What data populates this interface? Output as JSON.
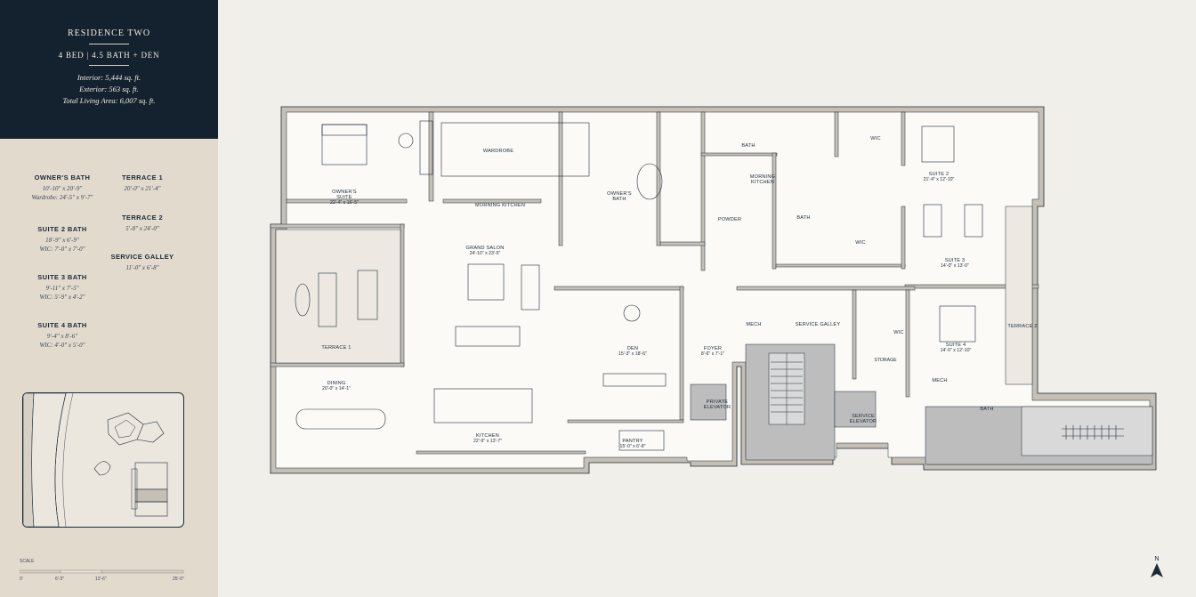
{
  "header": {
    "title": "RESIDENCE TWO",
    "subtitle": "4 BED | 4.5 BATH + DEN",
    "interior": "Interior: 5,444 sq. ft.",
    "exterior": "Exterior: 563 sq. ft.",
    "total": "Total Living Area: 6,007 sq. ft."
  },
  "specs": {
    "owners_bath": {
      "title": "OWNER'S BATH",
      "line1": "10'-10\" x 20'-9\"",
      "line2": "Wardrobe: 24'-5\" x 9'-7\""
    },
    "suite2_bath": {
      "title": "SUITE 2 BATH",
      "line1": "18'-9\" x 6'-9\"",
      "line2": "WIC: 7'-0\" x 7'-0\""
    },
    "suite3_bath": {
      "title": "SUITE 3 BATH",
      "line1": "9'-11\" x 7'-5\"",
      "line2": "WIC: 5'-9\" x 4'-2\""
    },
    "suite4_bath": {
      "title": "SUITE 4 BATH",
      "line1": "9'-4\" x 8'-6\"",
      "line2": "WIC: 4'-0\" x 5'-0\""
    },
    "terrace1": {
      "title": "TERRACE 1",
      "line1": "20'-0\" x 21'-4\""
    },
    "terrace2": {
      "title": "TERRACE 2",
      "line1": "5'-8\" x 24'-0\""
    },
    "service_galley": {
      "title": "SERVICE GALLEY",
      "line1": "11'-0\" x 6'-8\""
    }
  },
  "scale": {
    "title": "SCALE",
    "t0": "0'",
    "t1": "6'-3\"",
    "t2": "12'-6\"",
    "t3": "25'-0\""
  },
  "north": "N",
  "rooms": {
    "wardrobe": "WARDROBE",
    "owners_suite": "OWNER'S",
    "owners_suite2": "SUITE",
    "owners_suite_dim": "22'-4\" x 16'-5\"",
    "morning_kitchen1": "MORNING KITCHEN",
    "owners_bath1": "OWNER'S",
    "owners_bath2": "BATH",
    "bath_top": "BATH",
    "wic_top": "WIC",
    "suite2": "SUITE 2",
    "suite2_dim": "21'-4\" x 12'-10\"",
    "morning_kitchen2a": "MORNING",
    "morning_kitchen2b": "KITCHEN",
    "powder": "POWDER",
    "bath_mid": "BATH",
    "wic_mid": "WIC",
    "suite3": "SUITE 3",
    "suite3_dim": "14'-0\" x 13'-0\"",
    "grand_salon": "GRAND SALON",
    "grand_salon_dim": "24'-10\" x 23'-5\"",
    "terrace1": "TERRACE 1",
    "terrace2": "TERRACE 2",
    "den": "DEN",
    "den_dim": "15'-3\" x 18'-6\"",
    "foyer": "FOYER",
    "foyer_dim": "8'-6\" x 7'-1\"",
    "mech1": "MECH",
    "service_galley": "SERVICE GALLEY",
    "wic_low": "WIC",
    "storage": "STORAGE",
    "suite4": "SUITE 4",
    "suite4_dim": "14'-0\" x 12'-10\"",
    "mech2": "MECH",
    "bath_low": "BATH",
    "private_elevator1": "PRIVATE",
    "private_elevator2": "ELEVATOR",
    "service_elevator1": "SERVICE",
    "service_elevator2": "ELEVATOR",
    "dining": "DINING",
    "dining_dim": "20'-0\" x 14'-1\"",
    "kitchen": "KITCHEN",
    "kitchen_dim": "22'-9\" x 13'-7\"",
    "pantry": "PANTRY",
    "pantry_dim": "15'-0\" x 6'-8\""
  },
  "colors": {
    "navy": "#14222f",
    "sand": "#e3dace",
    "wall": "#c5bfb5",
    "shaft": "#bdbdbd"
  }
}
